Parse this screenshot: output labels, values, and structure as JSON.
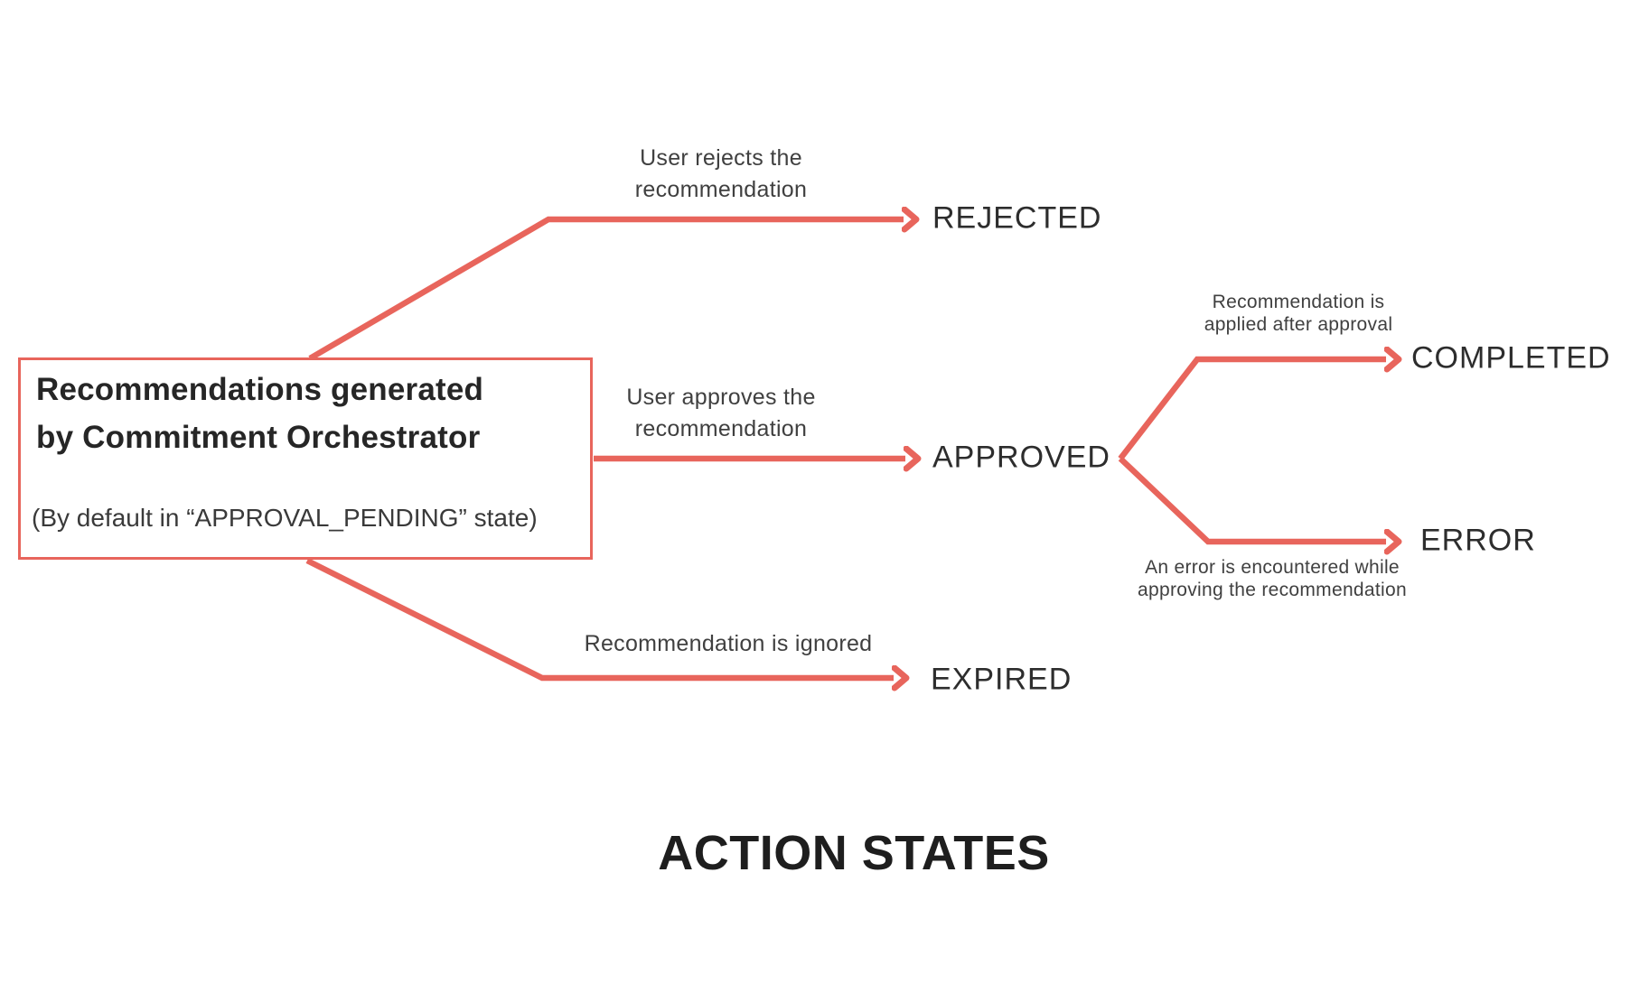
{
  "title": "ACTION STATES",
  "colors": {
    "arrow": "#E8655C",
    "heading_text": "#1E1E1E",
    "state_text": "#2D2D2D",
    "label_text": "#404040"
  },
  "source_box": {
    "heading_line1": "Recommendations generated",
    "heading_line2": "by Commitment Orchestrator",
    "note": "(By default in “APPROVAL_PENDING” state)"
  },
  "states": [
    {
      "id": "rejected",
      "label": "REJECTED"
    },
    {
      "id": "approved",
      "label": "APPROVED"
    },
    {
      "id": "expired",
      "label": "EXPIRED"
    },
    {
      "id": "completed",
      "label": "COMPLETED"
    },
    {
      "id": "error",
      "label": "ERROR"
    }
  ],
  "transitions": [
    {
      "id": "reject",
      "line1": "User rejects the",
      "line2": "recommendation"
    },
    {
      "id": "approve",
      "line1": "User approves the",
      "line2": "recommendation"
    },
    {
      "id": "expire",
      "line1": "Recommendation is ignored",
      "line2": ""
    },
    {
      "id": "complete",
      "line1": "Recommendation is",
      "line2": "applied after approval"
    },
    {
      "id": "error",
      "line1": "An error is encountered while",
      "line2": "approving the recommendation"
    }
  ]
}
